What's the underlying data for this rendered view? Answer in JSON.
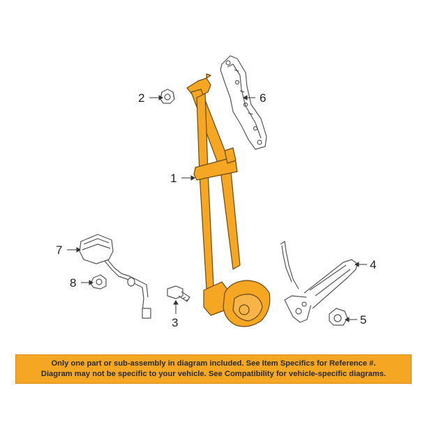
{
  "diagram": {
    "callouts": [
      "1",
      "2",
      "3",
      "4",
      "5",
      "6",
      "7",
      "8"
    ],
    "highlight_color": "#f5a623",
    "line_color": "#555555"
  },
  "banner": {
    "line1": "Only one part or sub-assembly in diagram included. See Item Specifics for Reference #.",
    "line2": "Diagram may not be specific to your vehicle. See Compatibility for vehicle-specific diagrams.",
    "background": "#f5a623"
  }
}
